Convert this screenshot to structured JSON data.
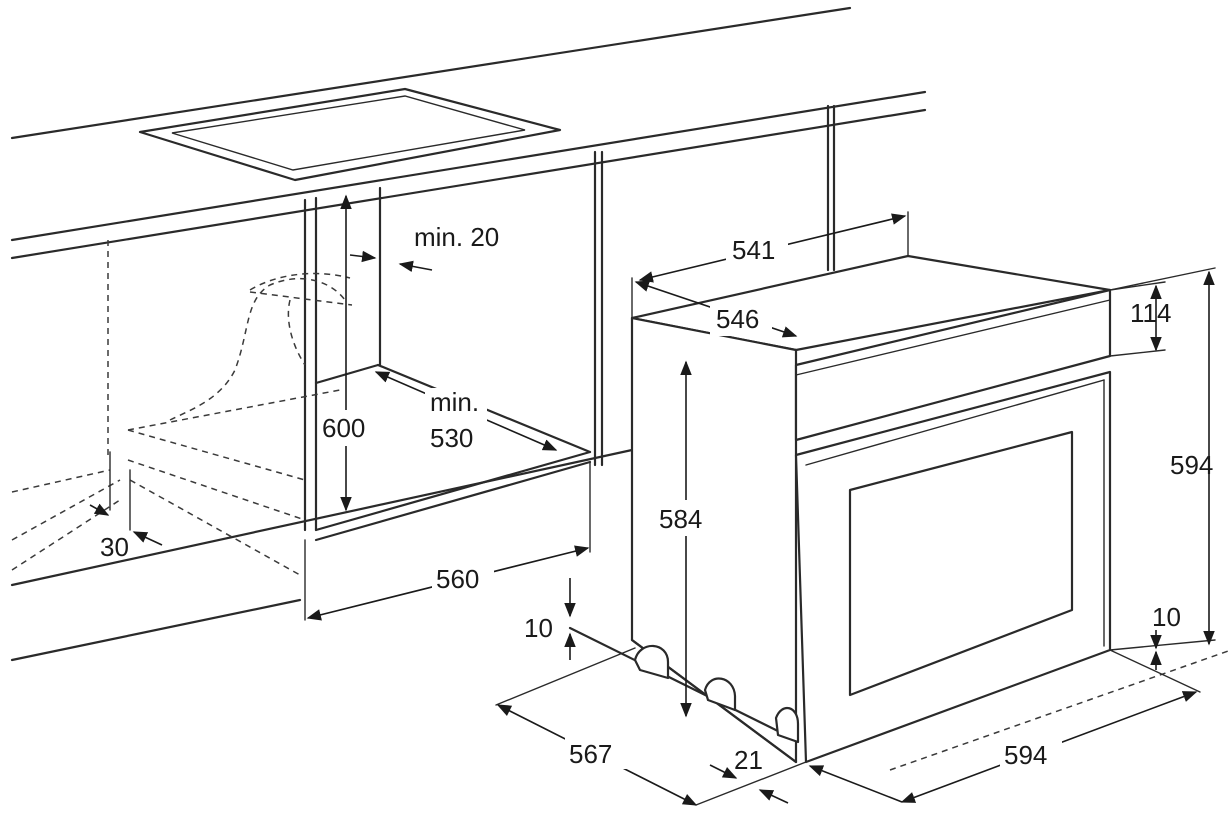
{
  "labels": {
    "min_20": "min. 20",
    "d_541": "541",
    "d_546": "546",
    "d_114": "114",
    "d_600": "600",
    "min": "min.",
    "d_530": "530",
    "d_594_height": "594",
    "d_584": "584",
    "d_30": "30",
    "d_560": "560",
    "d_10_left": "10",
    "d_10_right": "10",
    "d_567": "567",
    "d_21": "21",
    "d_594_width": "594"
  }
}
